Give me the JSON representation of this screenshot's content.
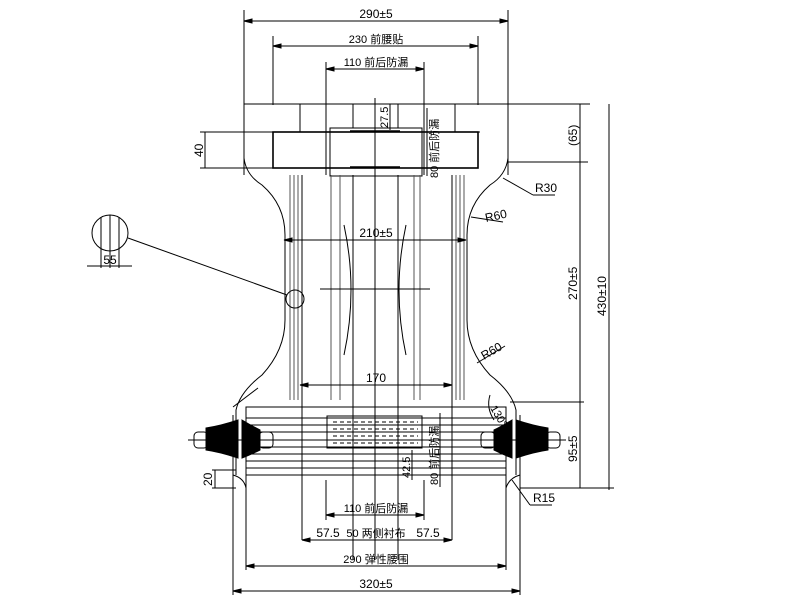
{
  "drawing": {
    "colors": {
      "line": "#000000",
      "background": "#ffffff"
    },
    "dimensions": {
      "top_overall": "290±5",
      "front_waist_tape": "230 前腰贴",
      "front_back_leak_guard_top": "110 前后防漏",
      "top_offset": "27.5",
      "front_back_leak_guard_height_top": "80 前后防漏",
      "tab_height": "40",
      "top_section": "(65)",
      "radius_r30": "R30",
      "radius_r60_upper": "R60",
      "radius_r60_lower": "R60",
      "middle_width": "210±5",
      "crotch_width": "170",
      "middle_height": "270±5",
      "overall_height": "430±10",
      "detail_spacing": "55",
      "angle": "130°",
      "bottom_height": "95±5",
      "bottom_offset": "42.5",
      "front_back_leak_guard_height_bottom": "80 前后防漏",
      "bottom_tab_height": "20",
      "radius_r15": "R15",
      "front_back_leak_guard_bottom": "110 前后防漏",
      "side_left": "57.5",
      "side_liner": "50 两侧衬布",
      "side_right": "57.5",
      "elastic_waist": "290 弹性腰围",
      "bottom_overall": "320±5"
    }
  }
}
